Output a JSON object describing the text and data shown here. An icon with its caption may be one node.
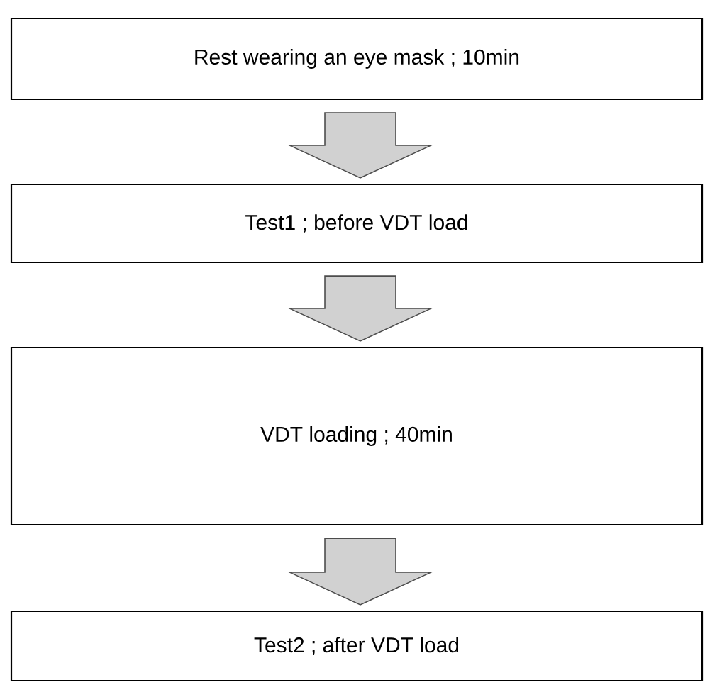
{
  "diagram": {
    "nodes": [
      {
        "text": [
          "Rest wearing an eye mask ; 10min"
        ]
      },
      {
        "text": [
          "Test1 ; before VDT load"
        ]
      },
      {
        "text": [
          "VDT loading ; 40min"
        ]
      },
      {
        "text": [
          "Test2 ; after VDT load"
        ]
      }
    ],
    "edges": [
      {
        "from": 0,
        "to": 1,
        "arrow": "to"
      },
      {
        "from": 1,
        "to": 2,
        "arrow": "to"
      },
      {
        "from": 2,
        "to": 3,
        "arrow": "to"
      }
    ]
  }
}
